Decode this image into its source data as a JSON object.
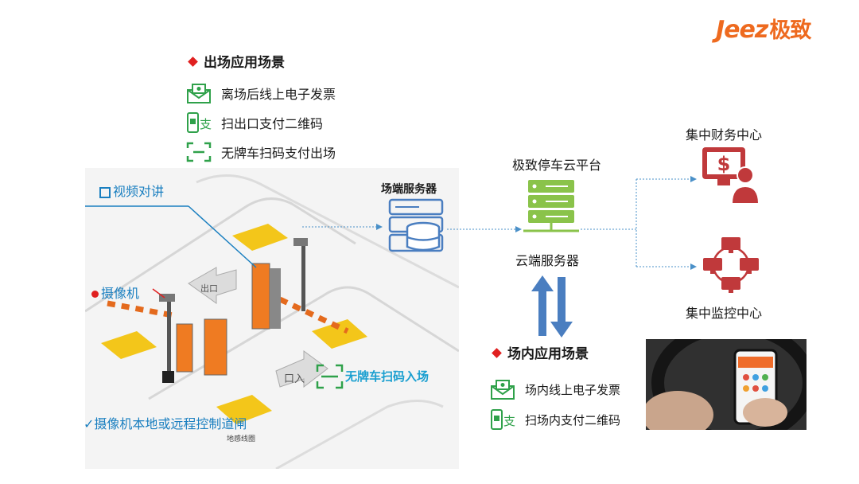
{
  "logo": {
    "en": "Jeez",
    "cn": "极致"
  },
  "exit_section": {
    "title": "出场应用场景",
    "items": [
      {
        "icon": "envelope-invoice-icon",
        "label": "离场后线上电子发票"
      },
      {
        "icon": "qr-pay-icon",
        "label": "扫出口支付二维码"
      },
      {
        "icon": "scan-frame-icon",
        "label": "无牌车扫码支付出场"
      }
    ]
  },
  "scene": {
    "video_intercom": "视频对讲",
    "camera": "摄像机",
    "exit_sign": "出口",
    "entry_sign": "口入",
    "unplated_entry": "无牌车扫码入场",
    "camera_control": "✓摄像机本地或远程控制道闸",
    "ground_loop": "地感线圈"
  },
  "site_server": "场端服务器",
  "cloud_platform": "极致停车云平台",
  "cloud_server": "云端服务器",
  "finance_center": "集中财务中心",
  "monitor_center": "集中监控中心",
  "inner_section": {
    "title": "场内应用场景",
    "items": [
      {
        "icon": "envelope-invoice-icon",
        "label": "场内线上电子发票"
      },
      {
        "icon": "qr-pay-icon",
        "label": "扫场内支付二维码"
      }
    ]
  },
  "colors": {
    "accent_red": "#e02020",
    "logo_orange": "#ee6a1f",
    "green": "#2fa14a",
    "blue": "#1a7fc0",
    "server_green": "#8ac34a",
    "center_red": "#c0393b"
  }
}
